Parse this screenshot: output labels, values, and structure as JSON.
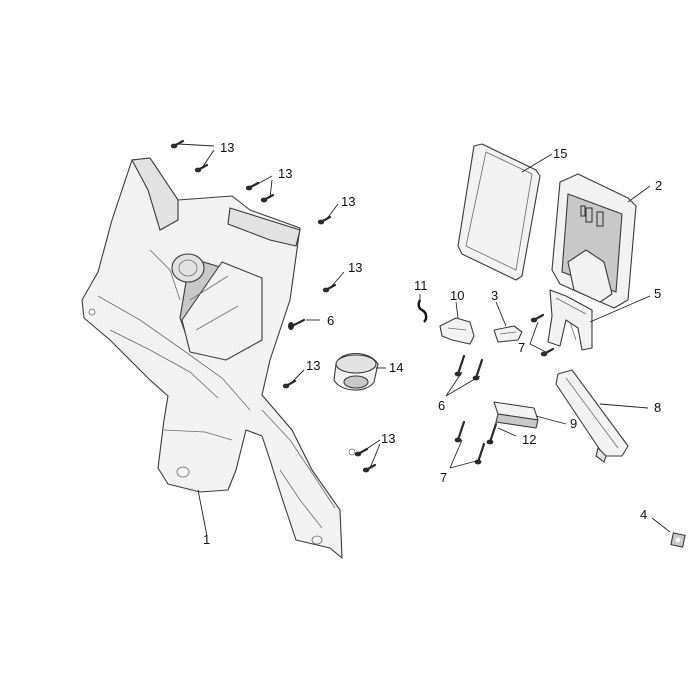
{
  "callouts": {
    "c1": "1",
    "c2": "2",
    "c3": "3",
    "c4": "4",
    "c5": "5",
    "c6a": "6",
    "c6b": "6",
    "c7a": "7",
    "c7b": "7",
    "c8": "8",
    "c9": "9",
    "c10": "10",
    "c11": "11",
    "c12": "12",
    "c13a": "13",
    "c13b": "13",
    "c13c": "13",
    "c13d": "13",
    "c13e": "13",
    "c13f": "13",
    "c14": "14",
    "c15": "15"
  }
}
